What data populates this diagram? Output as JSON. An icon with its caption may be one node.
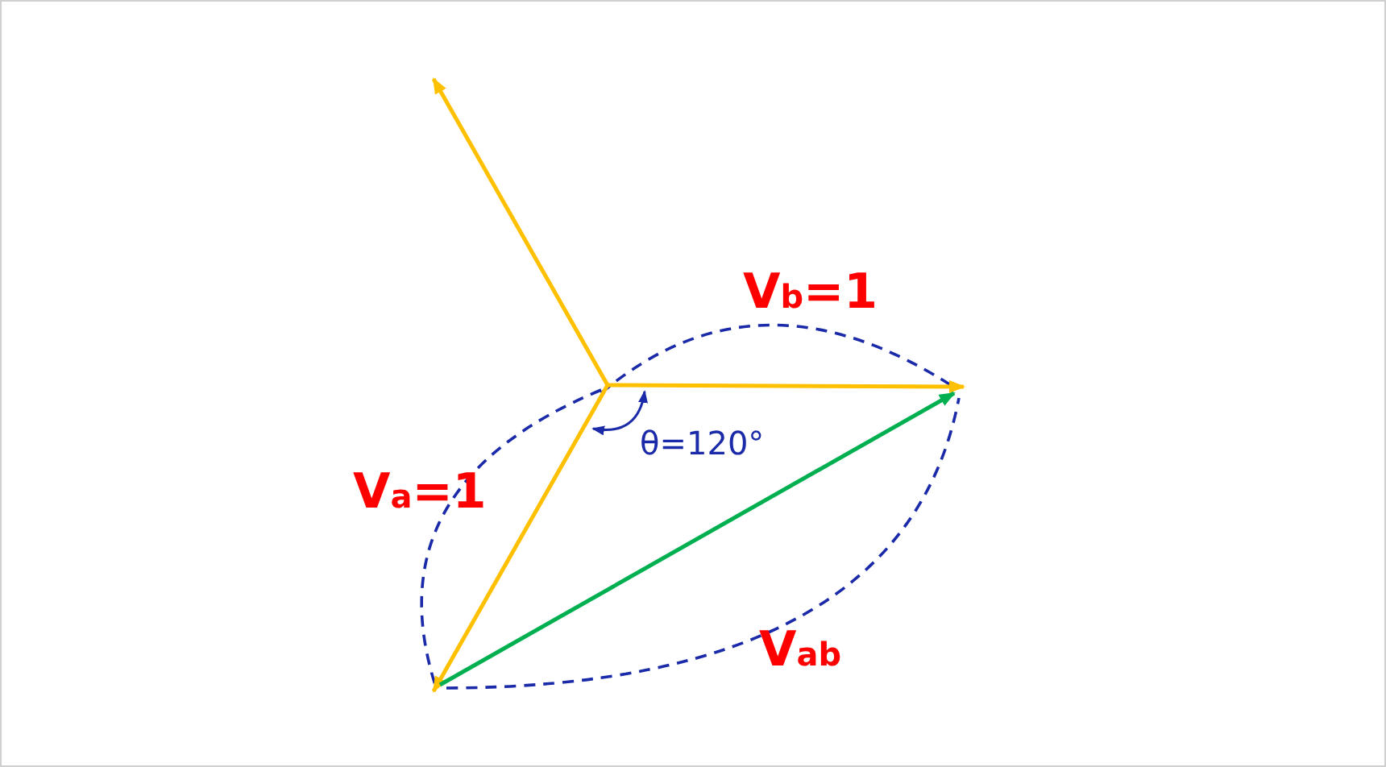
{
  "diagram": {
    "labels": [
      "V$_{b}$=1",
      "θ=120°",
      "V$_{a}$=1",
      "V$_{ab}$"
    ]
  }
}
